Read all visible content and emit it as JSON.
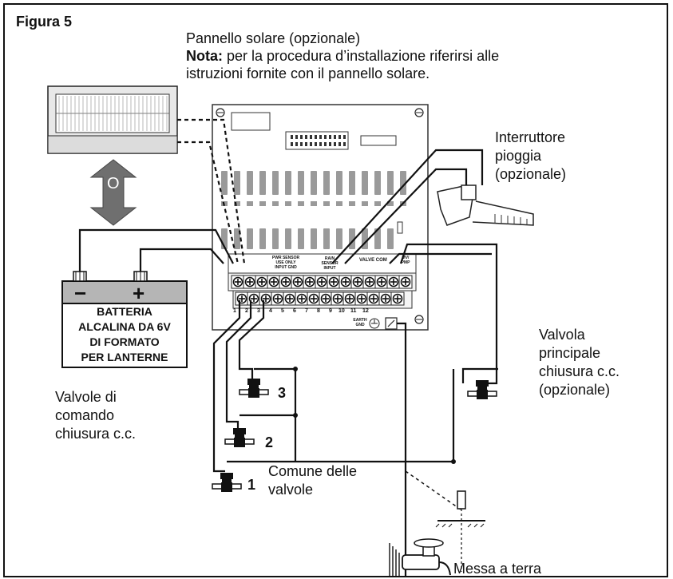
{
  "figure_title": "Figura 5",
  "header": {
    "solar_panel": "Pannello solare (opzionale)",
    "note_label": "Nota:",
    "note_text_1": " per la procedura d’installazione riferirsi alle",
    "note_text_2": "istruzioni fornite con il pannello solare."
  },
  "or_symbol": "O",
  "battery": {
    "minus": "−",
    "plus": "+",
    "line1": "BATTERIA",
    "line2": "ALCALINA DA 6V",
    "line3": "DI FORMATO",
    "line4": "PER LANTERNE"
  },
  "rain_switch": [
    "Interruttore",
    "pioggia",
    "(opzionale)"
  ],
  "master_valve": [
    "Valvola",
    "principale",
    "chiusura c.c.",
    "(opzionale)"
  ],
  "control_valves": [
    "Valvole di",
    "comando",
    "chiusura c.c."
  ],
  "common": [
    "Comune delle",
    "valvole"
  ],
  "ground": "Messa a terra",
  "valve_numbers": [
    "1",
    "2",
    "3"
  ],
  "terminal_numbers": [
    "1",
    "2",
    "3",
    "4",
    "5",
    "6",
    "7",
    "8",
    "9",
    "10",
    "11",
    "12"
  ],
  "terminal_labels": {
    "power_sensor": "PWR SENSOR USE ONLY INPUT GND",
    "rain_sensor": "RAIN SENSOR INPUT",
    "valve_com": "VALVE COM",
    "mv": "MV/ PMP",
    "earth_gnd": "EARTH GND"
  }
}
